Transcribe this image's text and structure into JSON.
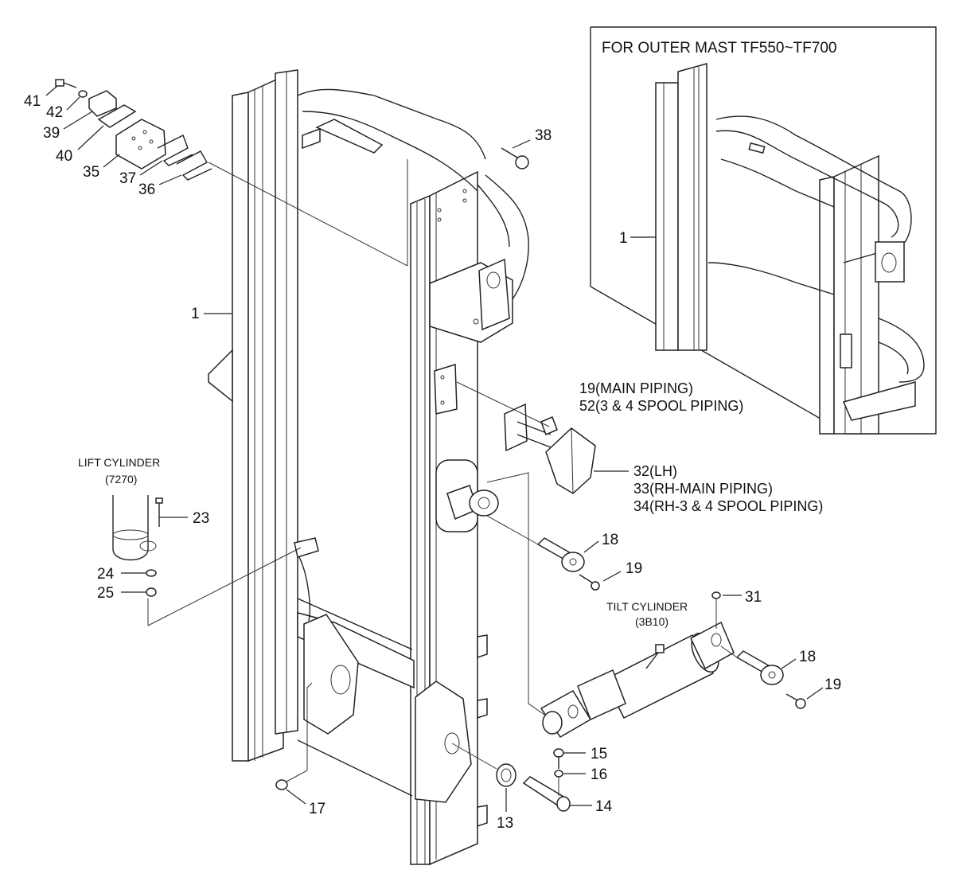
{
  "inset": {
    "title": "FOR OUTER MAST TF550~TF700",
    "label_1": "1"
  },
  "parts": {
    "p41": "41",
    "p42": "42",
    "p39": "39",
    "p40": "40",
    "p35": "35",
    "p37": "37",
    "p36": "36",
    "p38": "38",
    "p1": "1",
    "p19_main": "19(MAIN PIPING)",
    "p52": "52(3 & 4 SPOOL PIPING)",
    "p32": "32(LH)",
    "p33": "33(RH-MAIN PIPING)",
    "p34": "34(RH-3 & 4 SPOOL PIPING)",
    "p23": "23",
    "p24": "24",
    "p25": "25",
    "p18a": "18",
    "p19a": "19",
    "p31": "31",
    "p18b": "18",
    "p19b": "19",
    "p15": "15",
    "p16": "16",
    "p14": "14",
    "p13": "13",
    "p17": "17"
  },
  "lift_cylinder": {
    "title": "LIFT CYLINDER",
    "code": "(7270)"
  },
  "tilt_cylinder": {
    "title": "TILT CYLINDER",
    "code": "(3B10)"
  }
}
